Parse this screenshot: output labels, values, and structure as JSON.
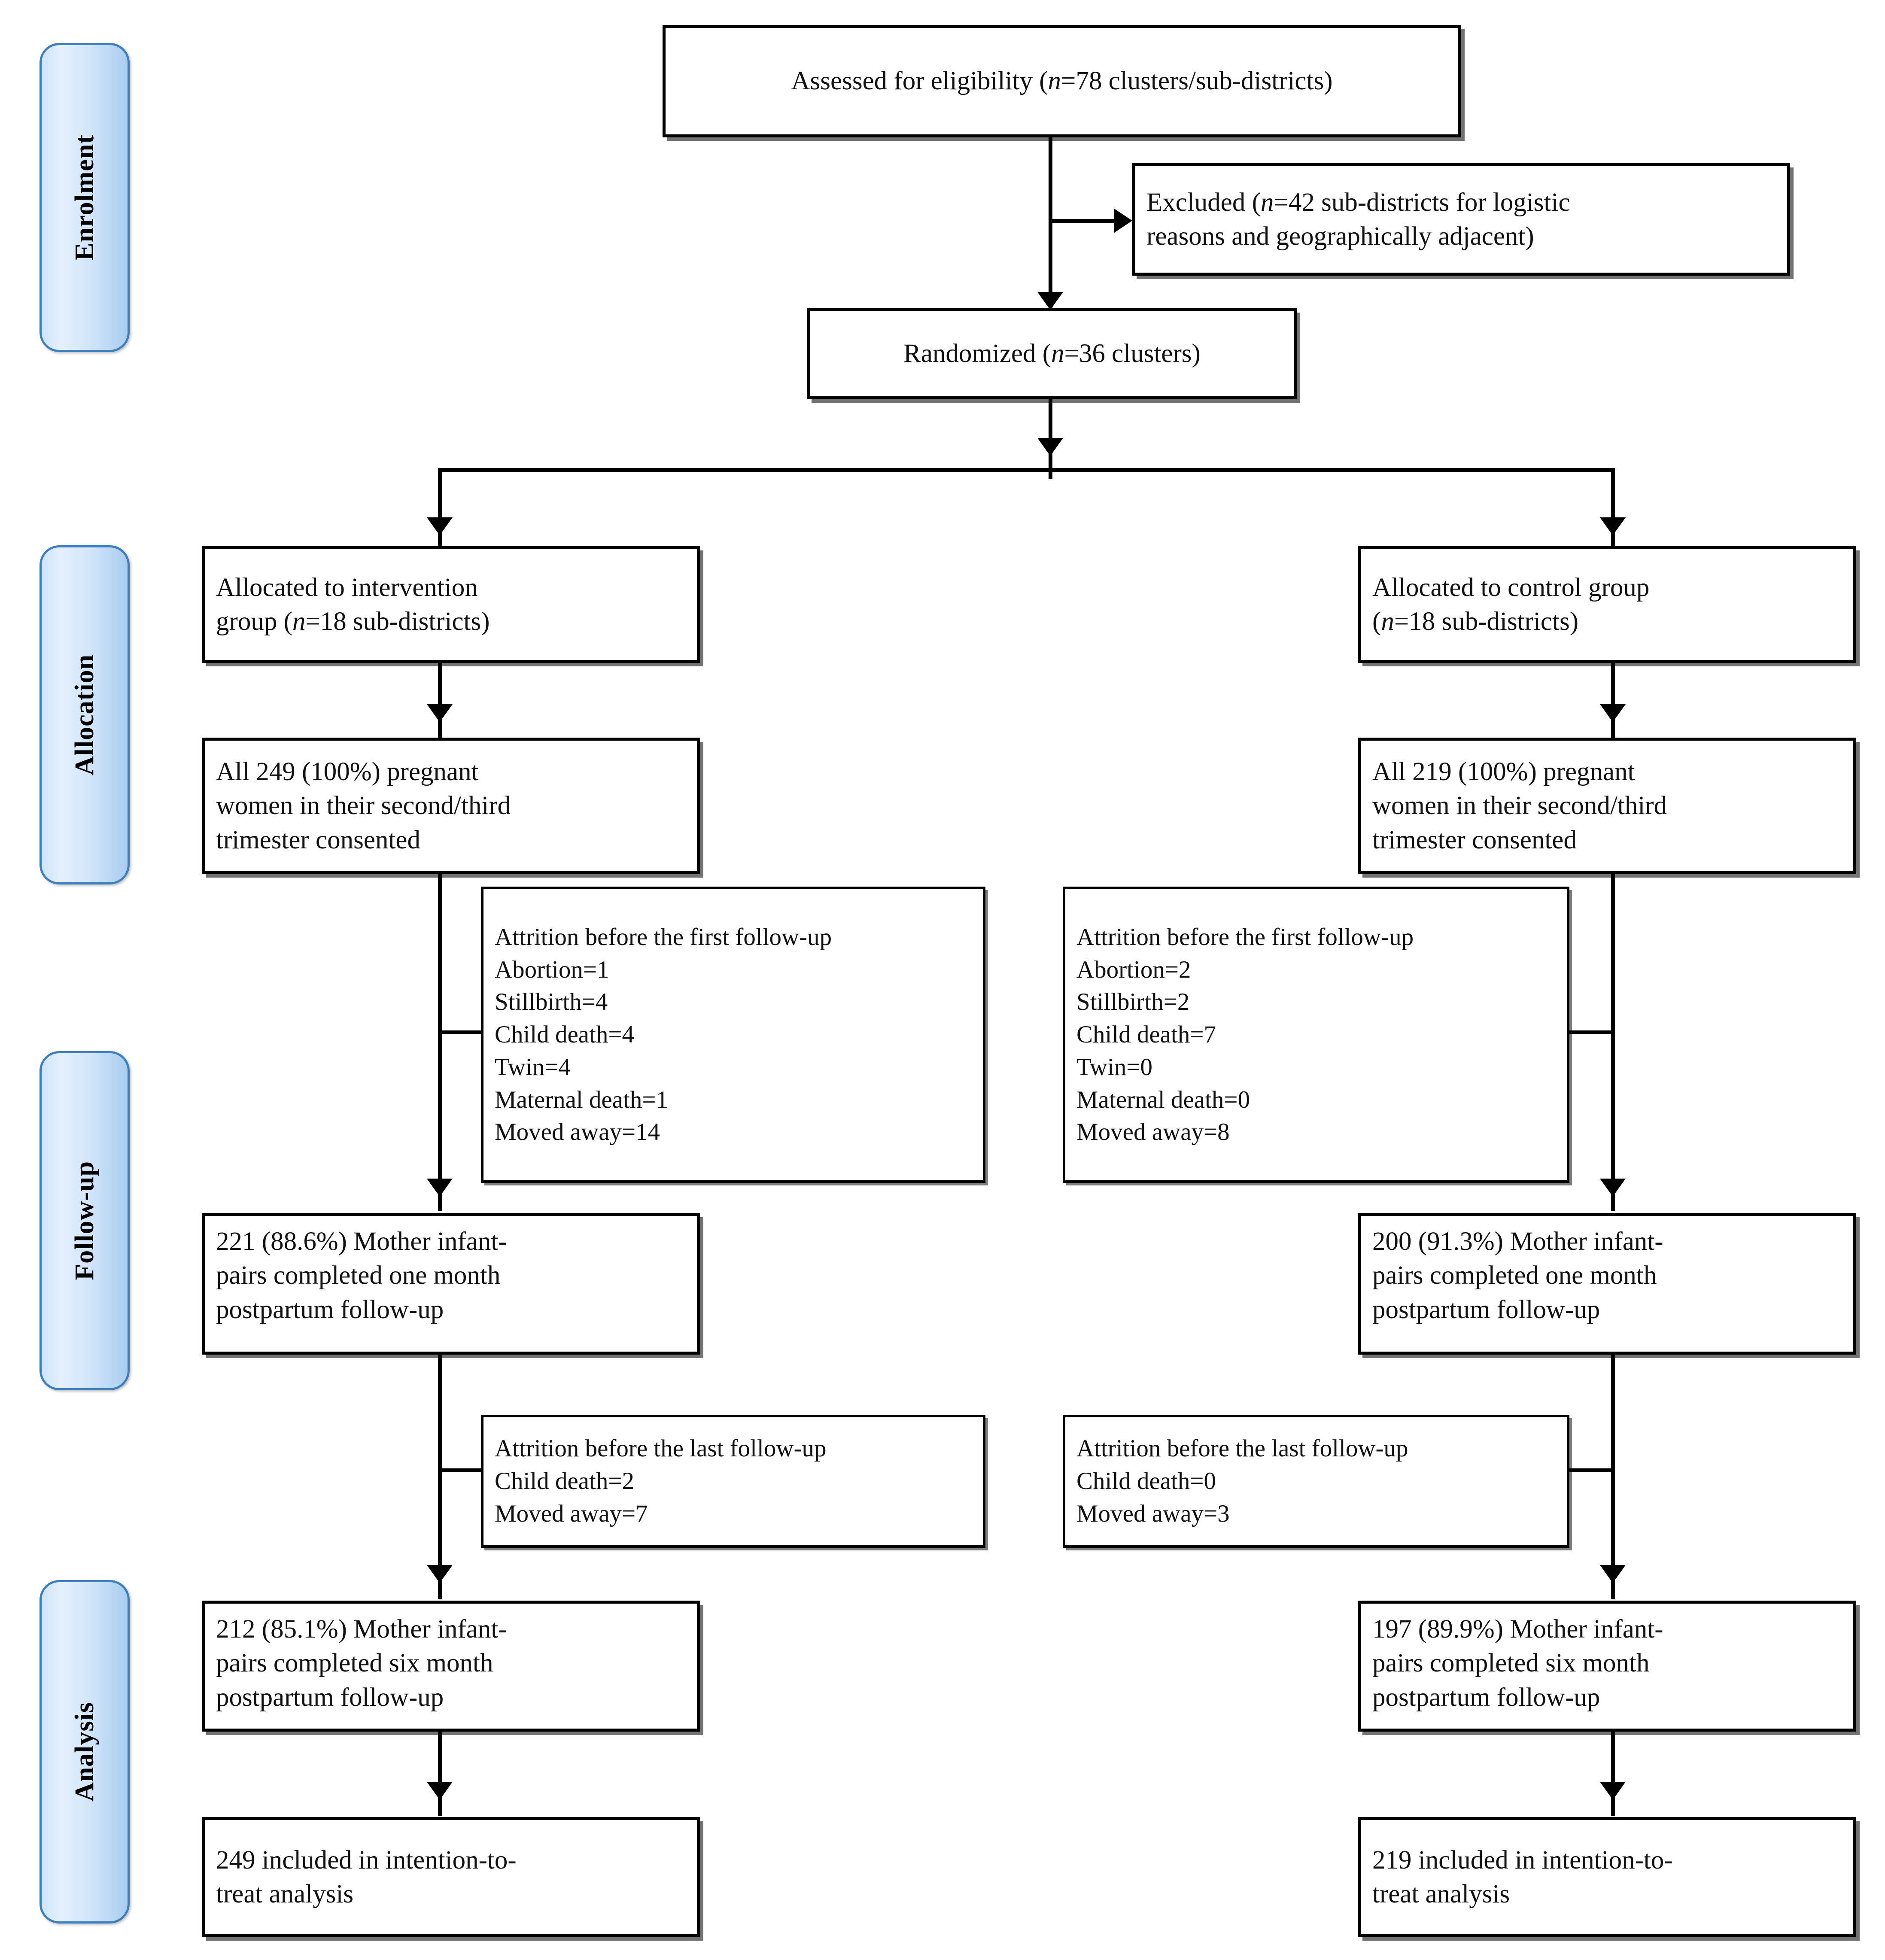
{
  "diagram": {
    "type": "consort-flow-diagram",
    "title": "CONSORT cluster-randomized trial flow diagram",
    "stages": [
      {
        "id": "enrolment",
        "label": "Enrolment"
      },
      {
        "id": "allocation",
        "label": "Allocation"
      },
      {
        "id": "followup",
        "label": "Follow-up"
      },
      {
        "id": "analysis",
        "label": "Analysis"
      }
    ],
    "nodes": {
      "assessed": {
        "text": "Assessed for eligibility (n=78 clusters/sub-districts)"
      },
      "excluded": {
        "text": "Excluded (n=42 sub-districts for logistic\nreasons and geographically adjacent)"
      },
      "randomized": {
        "text": "Randomized (n=36 clusters)"
      },
      "alloc_intervention": {
        "text": "Allocated to intervention\ngroup (n=18 sub-districts)"
      },
      "alloc_control": {
        "text": "Allocated to control group\n(n=18 sub-districts)"
      },
      "consent_intervention": {
        "text": "All 249 (100%) pregnant\nwomen in their second/third\ntrimester consented"
      },
      "consent_control": {
        "text": "All 219 (100%) pregnant\nwomen in their second/third\ntrimester consented"
      },
      "attrition1_intervention": {
        "text": "Attrition before the first follow-up\nAbortion=1\nStillbirth=4\nChild death=4\nTwin=4\nMaternal death=1\nMoved away=14"
      },
      "attrition1_control": {
        "text": "Attrition before the first follow-up\nAbortion=2\nStillbirth=2\nChild death=7\nTwin=0\nMaternal death=0\nMoved away=8"
      },
      "onemonth_intervention": {
        "text": "221 (88.6%) Mother infant-\npairs completed one month\npostpartum follow-up"
      },
      "onemonth_control": {
        "text": "200 (91.3%) Mother infant-\npairs completed one month\npostpartum follow-up"
      },
      "attrition2_intervention": {
        "text": "Attrition before the last follow-up\nChild death=2\nMoved away=7"
      },
      "attrition2_control": {
        "text": "Attrition before the last follow-up\nChild death=0\nMoved away=3"
      },
      "sixmonth_intervention": {
        "text": "212 (85.1%) Mother infant-\npairs completed six month\npostpartum follow-up"
      },
      "sixmonth_control": {
        "text": "197 (89.9%) Mother infant-\npairs completed six month\npostpartum follow-up"
      },
      "itt_intervention": {
        "text": "249 included in intention-to-\ntreat analysis"
      },
      "itt_control": {
        "text": "219 included in intention-to-\ntreat analysis"
      }
    },
    "colors": {
      "tab_border": "#3c7fbe",
      "tab_fill_light": "#e4f0fc",
      "tab_fill_dark": "#a9cdf0",
      "box_border": "#000000",
      "box_fill": "#ffffff",
      "connector": "#000000"
    }
  }
}
